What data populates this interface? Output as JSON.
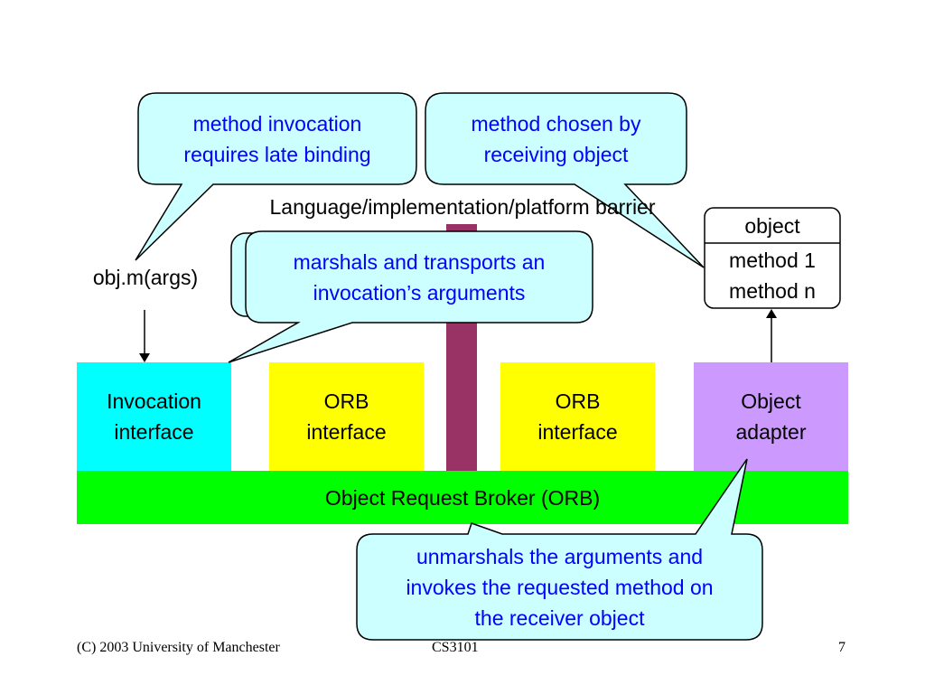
{
  "bubbles": {
    "late_binding": "method invocation\nrequires late binding",
    "chosen_by_receiver": "method chosen by\nreceiving object",
    "marshals": "marshals and transports an\ninvocation’s arguments",
    "unmarshals": "unmarshals the arguments and\ninvokes the requested method on\nthe receiver object"
  },
  "barrier_label": "Language/implementation/platform barrier",
  "client_call": "obj.m(args)",
  "object_box": {
    "title": "object",
    "methods": "method 1\nmethod n"
  },
  "components": {
    "invocation_interface": "Invocation\ninterface",
    "orb_interface_left": "ORB\ninterface",
    "orb_interface_right": "ORB\ninterface",
    "object_adapter": "Object\nadapter"
  },
  "orb_bar": "Object Request Broker (ORB)",
  "footer": {
    "copyright": "(C) 2003 University of Manchester",
    "course": "CS3101",
    "page": "7"
  },
  "colors": {
    "bubble_fill": "#ccffff",
    "bubble_text": "#0000ff",
    "invocation": "#00ffff",
    "orb_interface": "#ffff00",
    "object_adapter": "#cc99ff",
    "orb_bar": "#00ff00",
    "barrier": "#993366"
  }
}
